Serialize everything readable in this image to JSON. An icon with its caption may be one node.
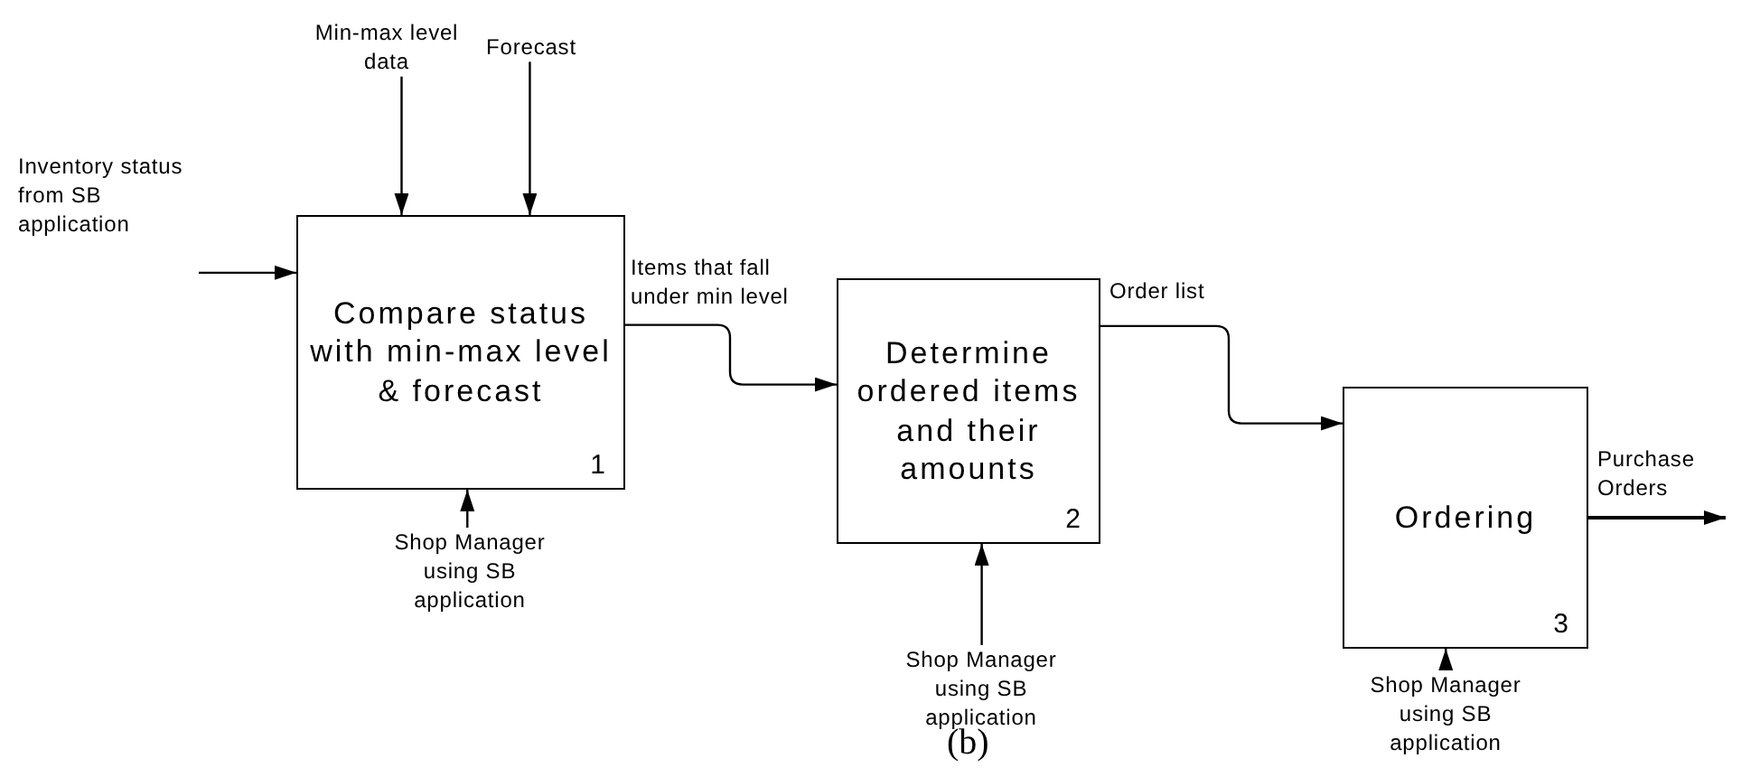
{
  "diagram": {
    "caption": "(b)",
    "nodes": [
      {
        "text": [
          "Compare status with min-max level & forecast",
          "1"
        ]
      },
      {
        "text": [
          "Determine ordered items and their amounts",
          "2"
        ]
      },
      {
        "text": [
          "Ordering",
          "3"
        ]
      },
      {
        "text": [
          "Inventory status from SB application"
        ]
      },
      {
        "text": [
          "Min-max level data"
        ]
      },
      {
        "text": [
          "Forecast"
        ]
      },
      {
        "text": [
          "Shop Manager using SB application"
        ]
      },
      {
        "text": [
          "Shop Manager using SB application"
        ]
      },
      {
        "text": [
          "Shop Manager using SB application"
        ]
      }
    ],
    "edges": [
      {
        "from": 3,
        "to": 0,
        "arrow": "to"
      },
      {
        "from": 4,
        "to": 0,
        "arrow": "to"
      },
      {
        "from": 5,
        "to": 0,
        "arrow": "to"
      },
      {
        "from": 6,
        "to": 0,
        "arrow": "to"
      },
      {
        "from": 0,
        "to": 1,
        "arrow": "to",
        "label": "Items that fall under min level"
      },
      {
        "from": 1,
        "to": 2,
        "arrow": "to",
        "label": "Order list"
      },
      {
        "from": 2,
        "to": null,
        "arrow": "to",
        "label": "Purchase Orders"
      },
      {
        "from": 7,
        "to": 1,
        "arrow": "to"
      },
      {
        "from": 8,
        "to": 2,
        "arrow": "to"
      }
    ]
  }
}
